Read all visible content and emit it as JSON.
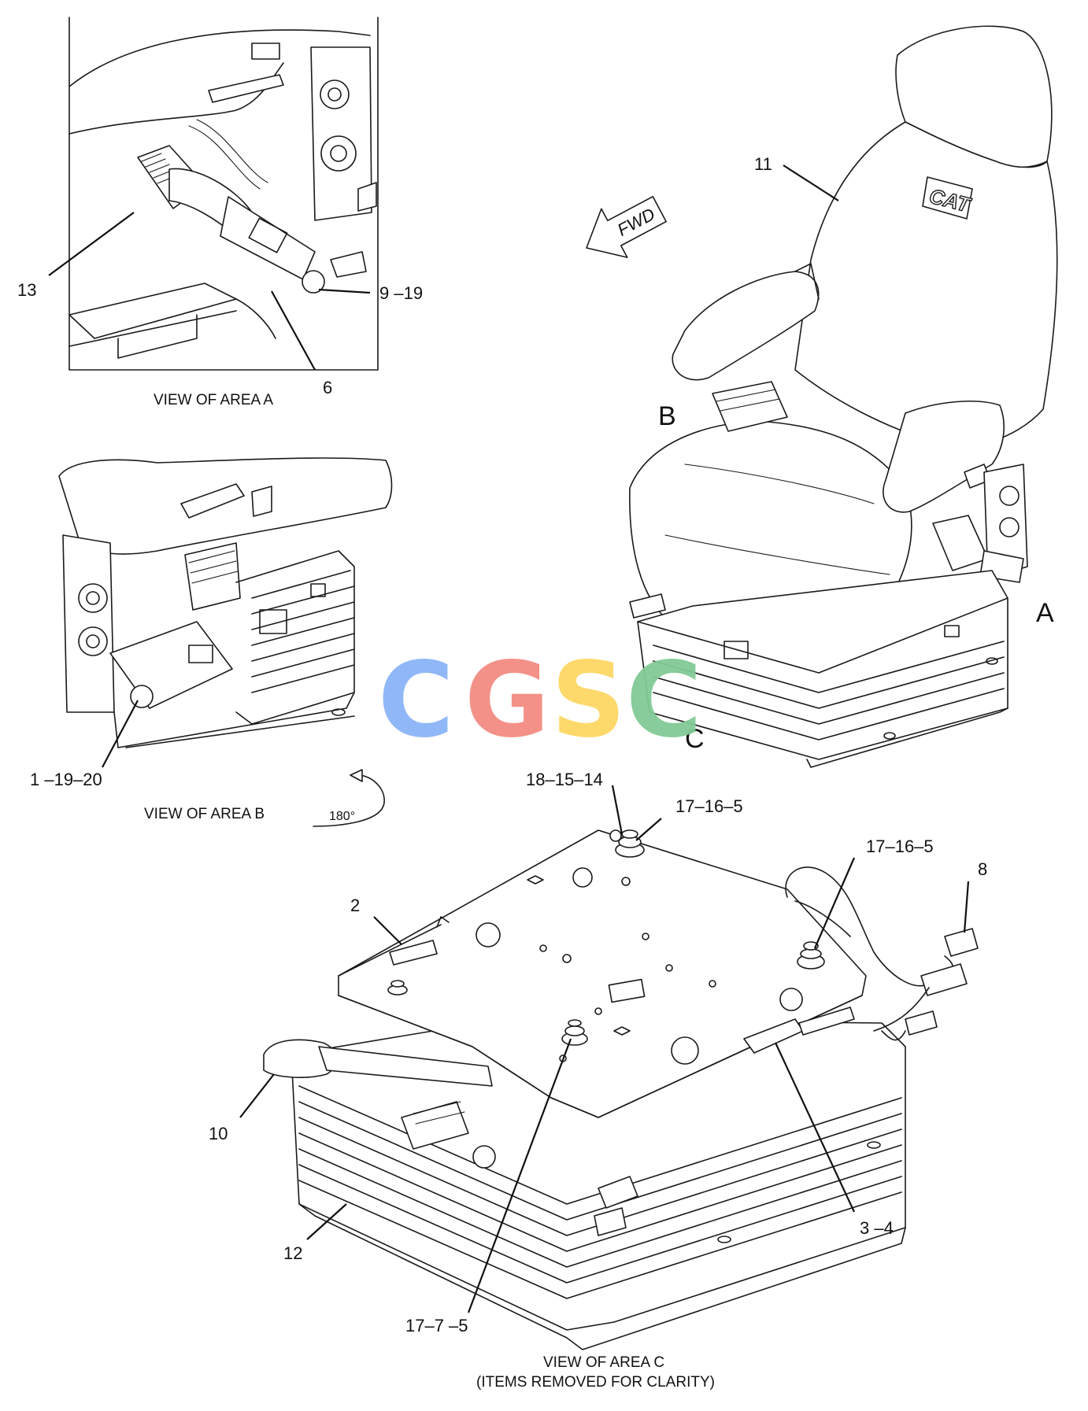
{
  "views": {
    "a": {
      "caption": "VIEW OF AREA  A"
    },
    "b": {
      "caption": "VIEW OF AREA  B",
      "rotation": "180°"
    },
    "c": {
      "caption_line1": "VIEW OF AREA  C",
      "caption_line2": "(ITEMS REMOVED FOR CLARITY)"
    }
  },
  "direction_arrow": {
    "label": "FWD"
  },
  "seat_logo": {
    "text": "CAT"
  },
  "area_letters": {
    "a": "A",
    "b": "B",
    "c": "C"
  },
  "callouts": {
    "c13": "13",
    "c9_19": "9 –19",
    "c6": "6",
    "c11": "11",
    "c1_19_20": "1 –19–20",
    "c18_15_14": "18–15–14",
    "c17_16_5_top": "17–16–5",
    "c17_16_5_right": "17–16–5",
    "c8": "8",
    "c2": "2",
    "c10": "10",
    "c3_4": "3 –4",
    "c12": "12",
    "c17_7_5": "17–7 –5"
  },
  "watermark": {
    "letters": [
      "C",
      "G",
      "S",
      "C"
    ],
    "colors": [
      "#8ab4f8",
      "#f28b82",
      "#fdd663",
      "#81c995"
    ]
  }
}
